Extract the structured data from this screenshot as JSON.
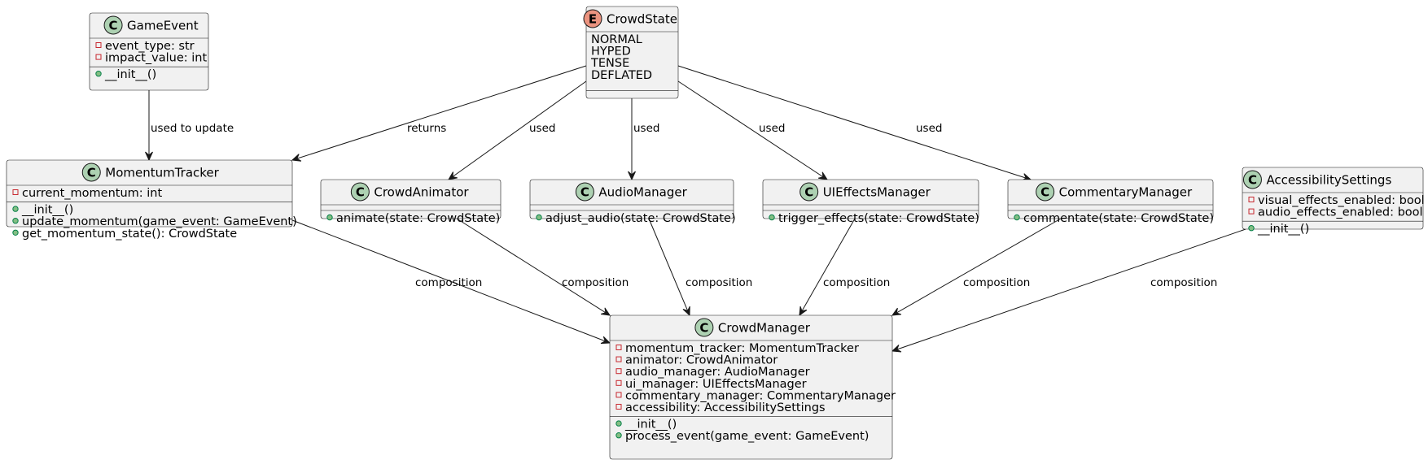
{
  "colors": {
    "class_badge": "#add1b2",
    "enum_badge": "#eb937f",
    "box_fill": "#f1f1f1",
    "private": "#c82930",
    "public": "#84be84"
  },
  "classes": {
    "GameEvent": {
      "kind": "class",
      "badge": "C",
      "name": "GameEvent",
      "attributes": [
        {
          "vis": "private",
          "text": "event_type: str"
        },
        {
          "vis": "private",
          "text": "impact_value: int"
        }
      ],
      "methods": [
        {
          "vis": "public",
          "text": "__init__()"
        }
      ]
    },
    "CrowdState": {
      "kind": "enum",
      "badge": "E",
      "name": "CrowdState",
      "values": [
        "NORMAL",
        "HYPED",
        "TENSE",
        "DEFLATED"
      ]
    },
    "MomentumTracker": {
      "kind": "class",
      "badge": "C",
      "name": "MomentumTracker",
      "attributes": [
        {
          "vis": "private",
          "text": "current_momentum: int"
        }
      ],
      "methods": [
        {
          "vis": "public",
          "text": "__init__()"
        },
        {
          "vis": "public",
          "text": "update_momentum(game_event: GameEvent)"
        },
        {
          "vis": "public",
          "text": "get_momentum_state(): CrowdState"
        }
      ]
    },
    "CrowdAnimator": {
      "kind": "class",
      "badge": "C",
      "name": "CrowdAnimator",
      "attributes": [],
      "methods": [
        {
          "vis": "public",
          "text": "animate(state: CrowdState)"
        }
      ]
    },
    "AudioManager": {
      "kind": "class",
      "badge": "C",
      "name": "AudioManager",
      "attributes": [],
      "methods": [
        {
          "vis": "public",
          "text": "adjust_audio(state: CrowdState)"
        }
      ]
    },
    "UIEffectsManager": {
      "kind": "class",
      "badge": "C",
      "name": "UIEffectsManager",
      "attributes": [],
      "methods": [
        {
          "vis": "public",
          "text": "trigger_effects(state: CrowdState)"
        }
      ]
    },
    "CommentaryManager": {
      "kind": "class",
      "badge": "C",
      "name": "CommentaryManager",
      "attributes": [],
      "methods": [
        {
          "vis": "public",
          "text": "commentate(state: CrowdState)"
        }
      ]
    },
    "AccessibilitySettings": {
      "kind": "class",
      "badge": "C",
      "name": "AccessibilitySettings",
      "attributes": [
        {
          "vis": "private",
          "text": "visual_effects_enabled: bool"
        },
        {
          "vis": "private",
          "text": "audio_effects_enabled: bool"
        }
      ],
      "methods": [
        {
          "vis": "public",
          "text": "__init__()"
        }
      ]
    },
    "CrowdManager": {
      "kind": "class",
      "badge": "C",
      "name": "CrowdManager",
      "attributes": [
        {
          "vis": "private",
          "text": "momentum_tracker: MomentumTracker"
        },
        {
          "vis": "private",
          "text": "animator: CrowdAnimator"
        },
        {
          "vis": "private",
          "text": "audio_manager: AudioManager"
        },
        {
          "vis": "private",
          "text": "ui_manager: UIEffectsManager"
        },
        {
          "vis": "private",
          "text": "commentary_manager: CommentaryManager"
        },
        {
          "vis": "private",
          "text": "accessibility: AccessibilitySettings"
        }
      ],
      "methods": [
        {
          "vis": "public",
          "text": "__init__()"
        },
        {
          "vis": "public",
          "text": "process_event(game_event: GameEvent)"
        }
      ]
    }
  },
  "relations": [
    {
      "from": "GameEvent",
      "to": "MomentumTracker",
      "label": "used to update"
    },
    {
      "from": "CrowdState",
      "to": "MomentumTracker",
      "label": "returns"
    },
    {
      "from": "CrowdState",
      "to": "CrowdAnimator",
      "label": "used"
    },
    {
      "from": "CrowdState",
      "to": "AudioManager",
      "label": "used"
    },
    {
      "from": "CrowdState",
      "to": "UIEffectsManager",
      "label": "used"
    },
    {
      "from": "CrowdState",
      "to": "CommentaryManager",
      "label": "used"
    },
    {
      "from": "MomentumTracker",
      "to": "CrowdManager",
      "label": "composition"
    },
    {
      "from": "CrowdAnimator",
      "to": "CrowdManager",
      "label": "composition"
    },
    {
      "from": "AudioManager",
      "to": "CrowdManager",
      "label": "composition"
    },
    {
      "from": "UIEffectsManager",
      "to": "CrowdManager",
      "label": "composition"
    },
    {
      "from": "CommentaryManager",
      "to": "CrowdManager",
      "label": "composition"
    },
    {
      "from": "AccessibilitySettings",
      "to": "CrowdManager",
      "label": "composition"
    }
  ]
}
